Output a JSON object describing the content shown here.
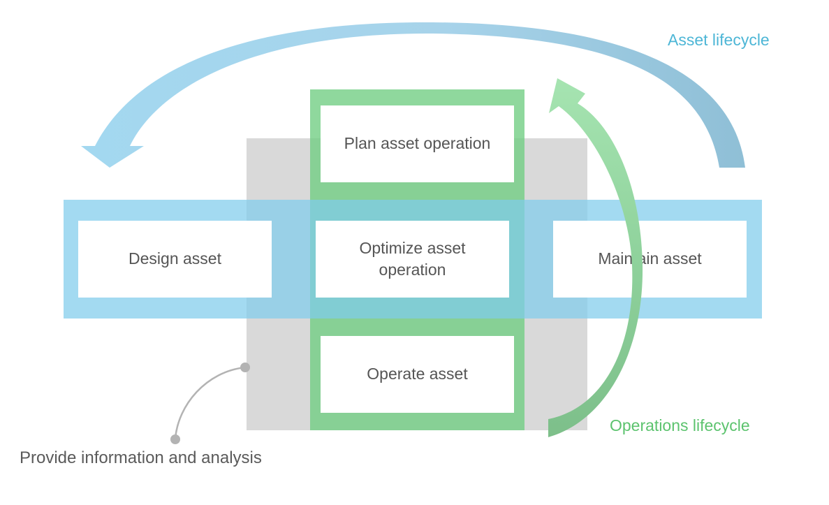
{
  "diagram": {
    "title_asset_lifecycle": "Asset lifecycle",
    "title_operations_lifecycle": "Operations lifecycle",
    "info_label": "Provide information and analysis",
    "boxes": {
      "plan": "Plan asset operation",
      "design": "Design asset",
      "optimize": "Optimize asset operation",
      "maintain": "Maintain asset",
      "operate": "Operate asset"
    }
  },
  "colors": {
    "asset_lifecycle": "#80ccec",
    "operations_lifecycle": "#70cd82",
    "information": "#d9d9d9",
    "text": "#555555"
  }
}
